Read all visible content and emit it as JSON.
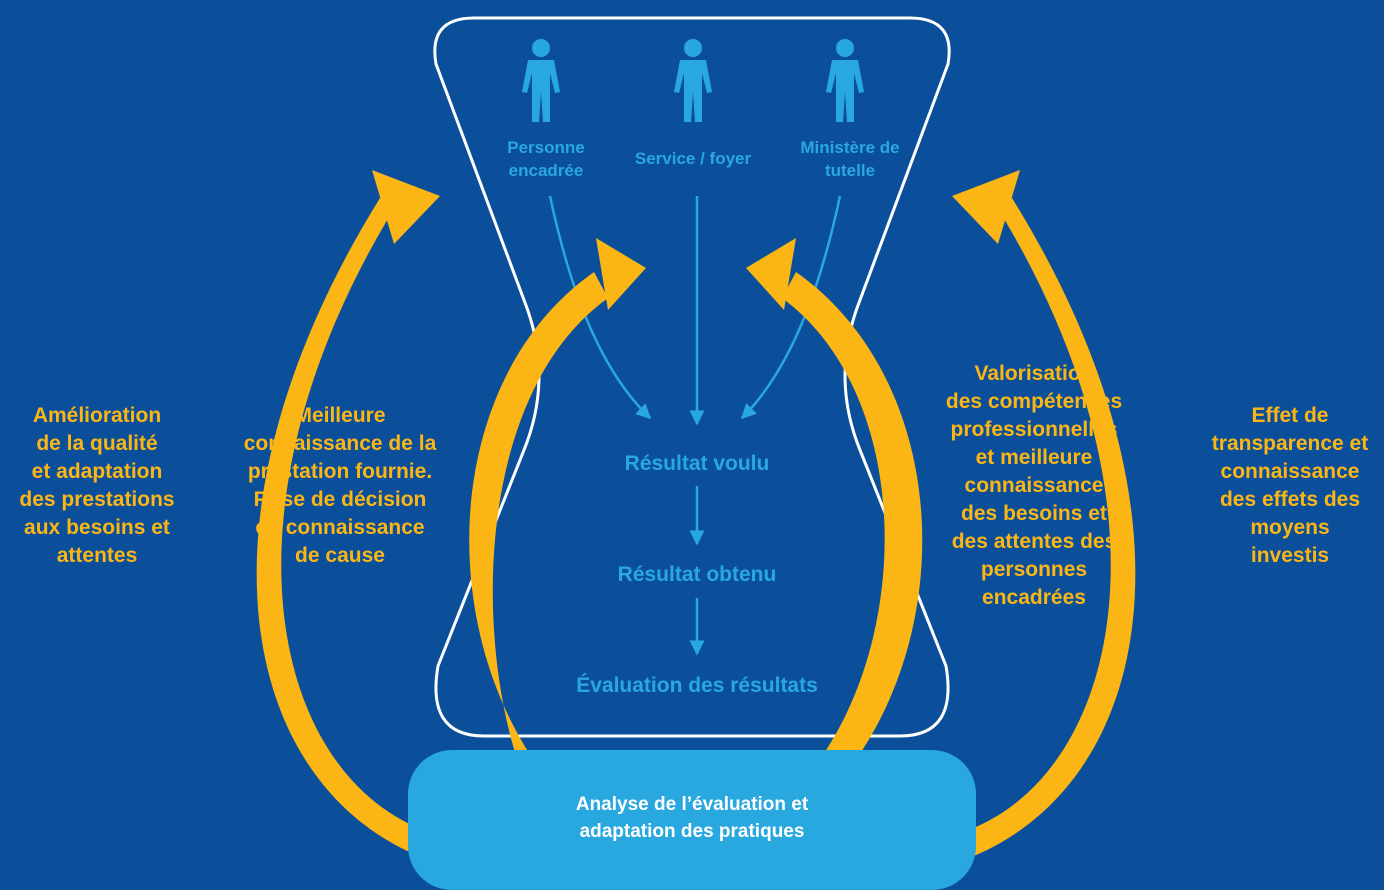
{
  "actors": [
    {
      "label": "Personne\nencadrée",
      "icon": "person-icon"
    },
    {
      "label": "Service / foyer",
      "icon": "person-icon"
    },
    {
      "label": "Ministère de\ntutelle",
      "icon": "person-icon"
    }
  ],
  "flow": {
    "step1": "Résultat voulu",
    "step2": "Résultat obtenu",
    "step3": "Évaluation des résultats"
  },
  "analysis": "Analyse de l’évaluation et\nadaptation des pratiques",
  "outer_left": "Amélioration\nde la qualité\net adaptation\ndes prestations\naux besoins et\nattentes",
  "inner_left": "Meilleure\nconnaissance de la\nprestation fournie.\nPrise de décision\nen connaissance\nde cause",
  "inner_right": "Valorisation\ndes compétences\nprofessionnelles\net meilleure\nconnaissance\ndes besoins et\ndes attentes des\npersonnes\nencadrées",
  "outer_right": "Effet de\ntransparence et\nconnaissance\ndes effets des\nmoyens\ninvestis",
  "colors": {
    "background": "#0b4f9a",
    "gold": "#fbb616",
    "light_blue": "#29a8e0",
    "white": "#ffffff"
  }
}
